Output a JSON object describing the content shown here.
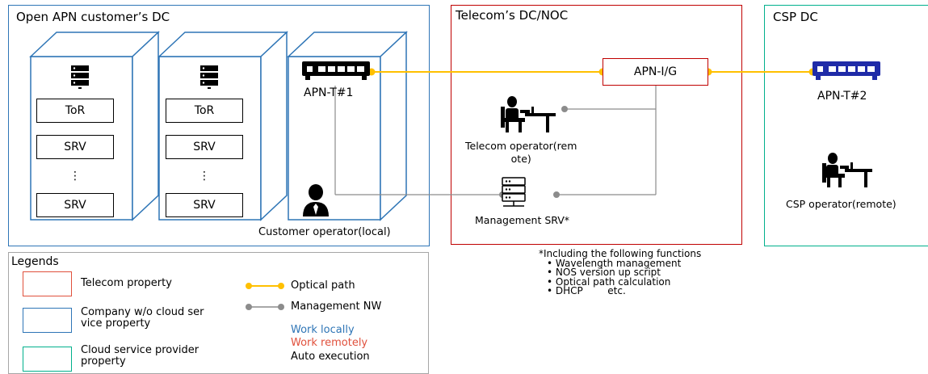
{
  "zones": {
    "customer_dc": "Open APN customer’s DC",
    "telecom_dc": "Telecom’s DC/NOC",
    "csp_dc": "CSP DC"
  },
  "racks": [
    {
      "items": [
        "ToR",
        "SRV",
        "⋮",
        "SRV"
      ]
    },
    {
      "items": [
        "ToR",
        "SRV",
        "⋮",
        "SRV"
      ]
    }
  ],
  "devices": {
    "apn_t1": "APN-T#1",
    "apn_t2": "APN-T#2",
    "apn_ig": "APN-I/G",
    "management_srv": "Management SRV*"
  },
  "people": {
    "customer_operator": "Customer operator(local)",
    "telecom_operator_line1": "Telecom operator(rem",
    "telecom_operator_line2": "ote)",
    "csp_operator": "CSP operator(remote)"
  },
  "notes": {
    "heading": "*Including the following functions",
    "items": [
      "Wavelength management",
      "NOS version up script",
      "Optical path calculation",
      "DHCP        etc."
    ]
  },
  "legend": {
    "title": "Legends",
    "telecom_property": "Telecom property",
    "company_property_line1": "Company w/o cloud ser",
    "company_property_line2": "vice property",
    "csp_property_line1": "Cloud service provider",
    "csp_property_line2": "property",
    "optical_path": "Optical path",
    "management_nw": "Management NW",
    "work_locally": "Work locally",
    "work_remotely": "Work remotely",
    "auto_execution": "Auto execution"
  },
  "colors": {
    "telecom_red": "#c00000",
    "company_blue": "#2e75b6",
    "csp_teal": "#00b08c",
    "optical_yellow": "#ffc000",
    "management_gray": "#8c8c8c",
    "switch_blue": "#1f2ba8",
    "work_locally": "#2e75b6",
    "work_remotely": "#e0503c"
  }
}
